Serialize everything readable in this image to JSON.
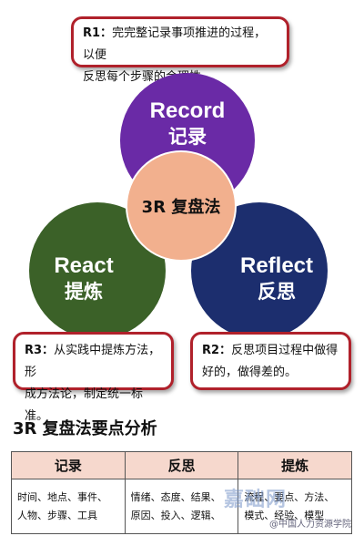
{
  "notes": {
    "r1": {
      "label": "R1：",
      "line1": "完完整记录事项推进的过程，以便",
      "line2": "反思每个步骤的合理性。"
    },
    "r3": {
      "label": "R3：",
      "line1": "从实践中提炼方法，形",
      "line2": "成方法论，制定统一标准。"
    },
    "r2": {
      "label": "R2：",
      "line1": "反思项目过程中做得",
      "line2": "好的，做得差的。"
    }
  },
  "circles": {
    "record": {
      "en": "Record",
      "zh": "记录",
      "color": "#6a2aa6"
    },
    "react": {
      "en": "React",
      "zh": "提炼",
      "color": "#3b6128"
    },
    "reflect": {
      "en": "Reflect",
      "zh": "反思",
      "color": "#1c2e6e"
    },
    "center": {
      "text": "3R 复盘法",
      "color": "#f2b08e"
    }
  },
  "section_title": "3R 复盘法要点分析",
  "table": {
    "headers": [
      "记录",
      "反思",
      "提炼"
    ],
    "rows": [
      [
        [
          "时间、地点、事件、",
          "人物、步骤、工具"
        ],
        [
          "情绪、态度、结果、",
          "原因、投入、逻辑、"
        ],
        [
          "流程、要点、方法、",
          "模式、经验、模型"
        ]
      ]
    ]
  },
  "watermark": {
    "text": "嘉础网",
    "sub": "@中国人力资源学院"
  }
}
